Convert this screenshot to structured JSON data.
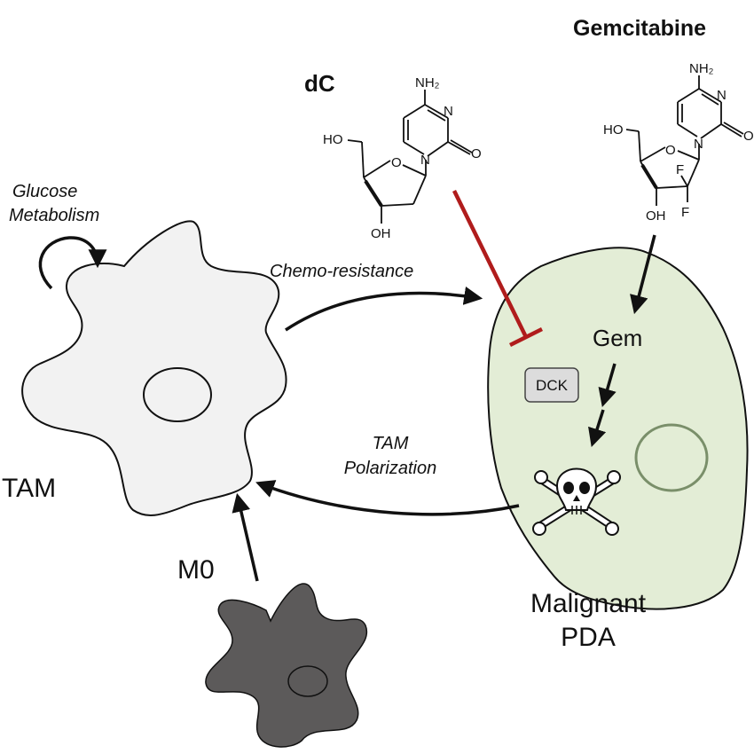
{
  "title": "Gemcitabine",
  "molecules": {
    "dc": {
      "name": "dC",
      "amine": "NH₂",
      "n": "N",
      "o": "O",
      "ho": "HO",
      "oh": "OH"
    },
    "gem": {
      "amine": "NH₂",
      "n": "N",
      "o": "O",
      "ho": "HO",
      "oh": "OH",
      "f": "F"
    }
  },
  "cells": {
    "tam": "TAM",
    "m0": "M0",
    "pda_line1": "Malignant",
    "pda_line2": "PDA"
  },
  "labels": {
    "glucose_line1": "Glucose",
    "glucose_line2": "Metabolism",
    "chemoresistance": "Chemo-resistance",
    "tam_pol_line1": "TAM",
    "tam_pol_line2": "Polarization",
    "gem": "Gem",
    "dck": "DCK"
  },
  "colors": {
    "tam_fill": "#f2f2f2",
    "m0_fill": "#5c5a5a",
    "pda_fill": "#e3edd6",
    "pda_nucleus": "#7a8f6a",
    "inhibition": "#b01c1c",
    "dck_box": "#dcdcdc"
  }
}
